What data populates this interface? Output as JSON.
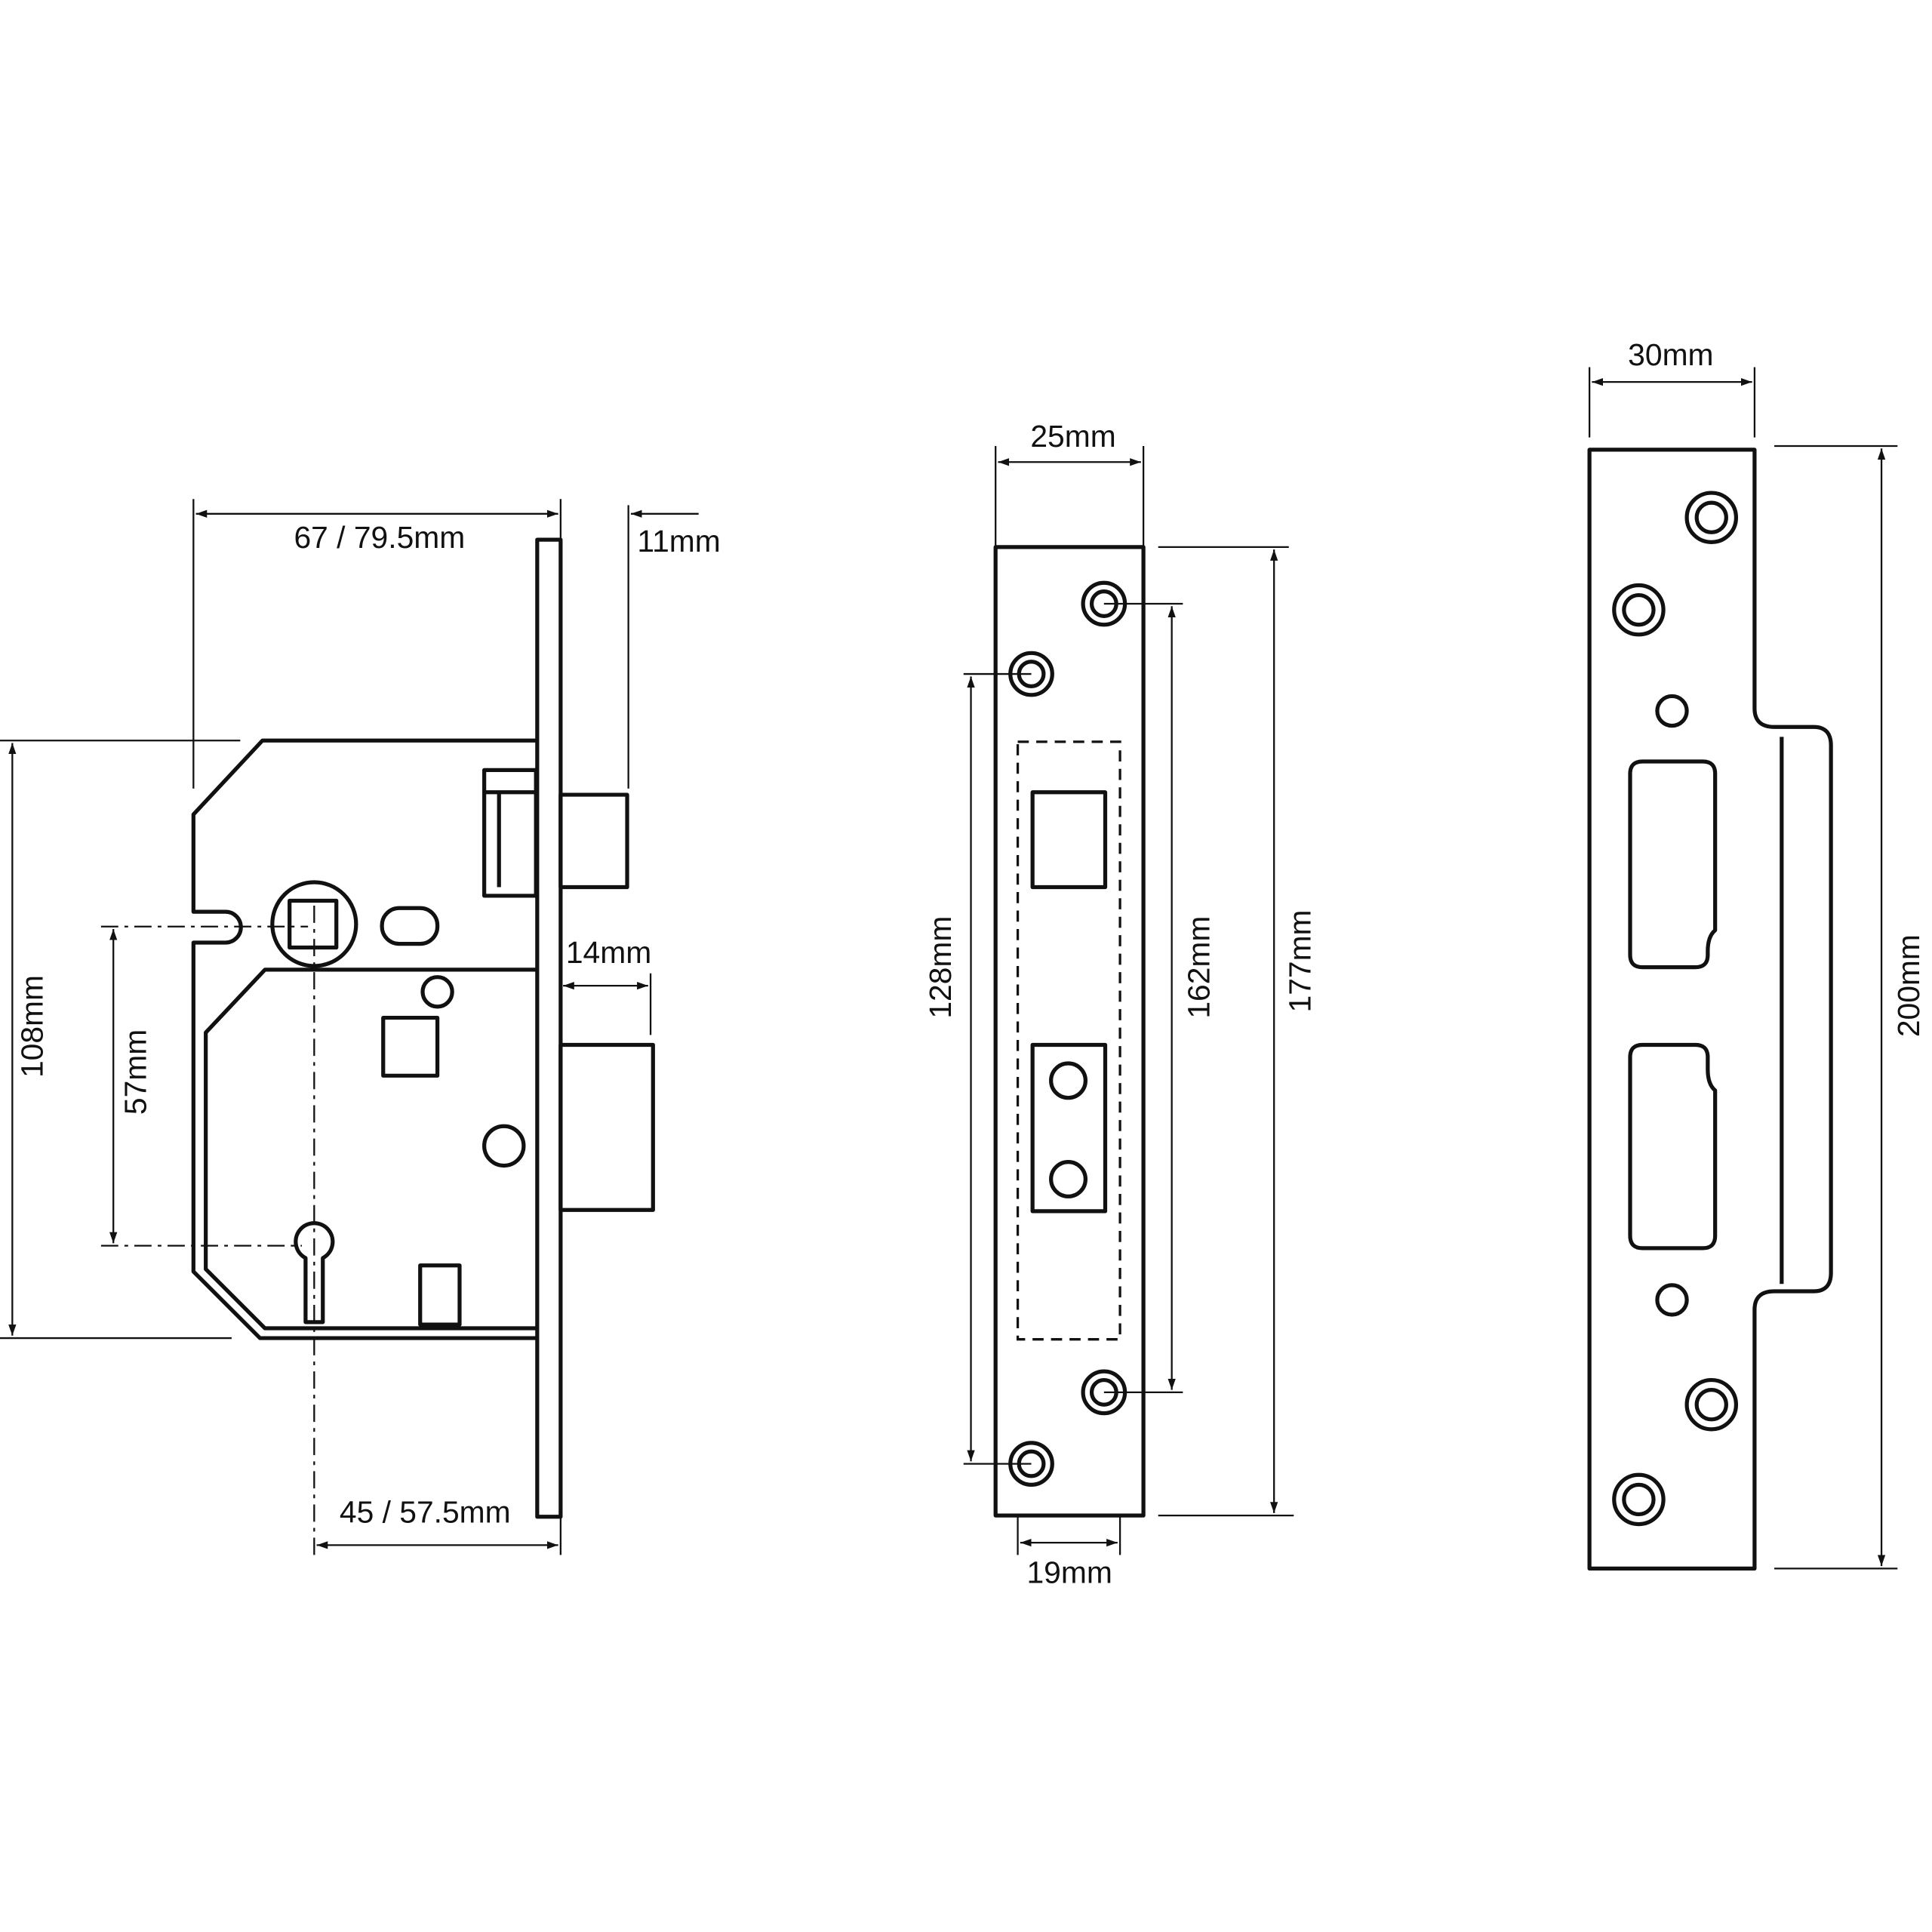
{
  "diagram": {
    "lock_case": {
      "width_label": "67 / 79.5mm",
      "latch_projection_label": "11mm",
      "deadbolt_projection_label": "14mm",
      "case_height_label": "108mm",
      "centres_label": "57mm",
      "backset_label": "45 / 57.5mm"
    },
    "forend": {
      "width_label": "25mm",
      "inner_width_label": "19mm",
      "fixing_centres_inner_label": "128mm",
      "fixing_centres_outer_label": "162mm",
      "height_label": "177mm"
    },
    "strike_plate": {
      "width_label": "30mm",
      "height_label": "200mm"
    }
  }
}
